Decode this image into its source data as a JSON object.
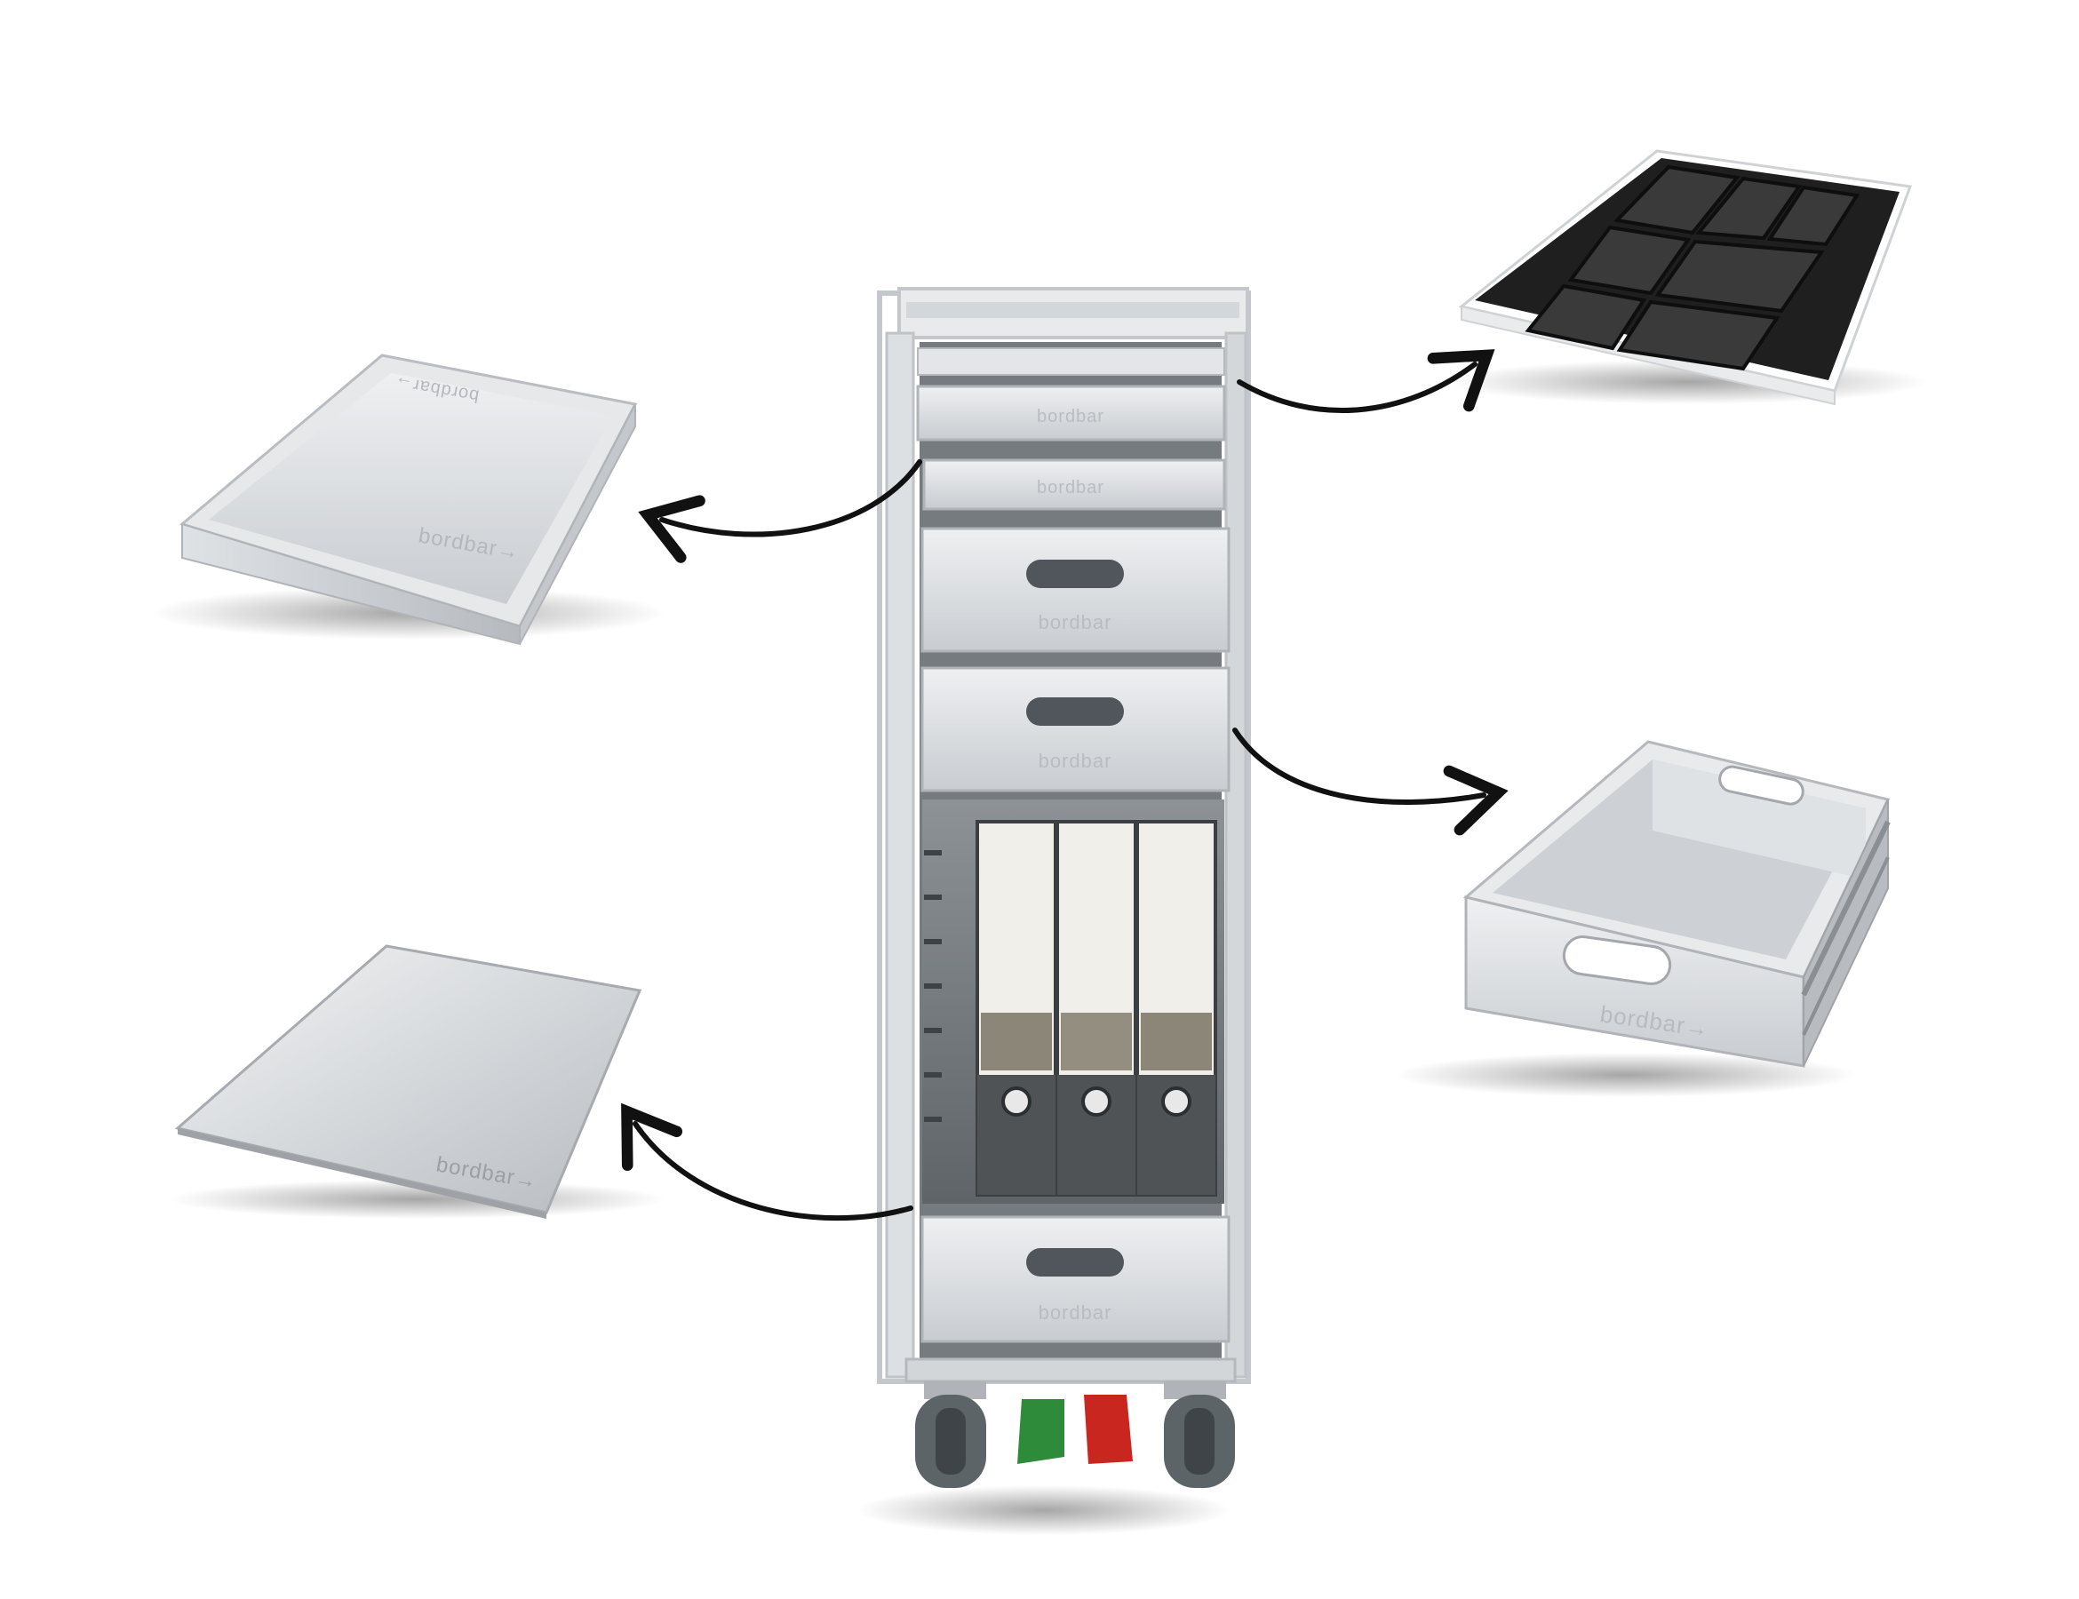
{
  "product": {
    "brand_mark": "bordbar",
    "brand_arrow": "→"
  },
  "accessories": [
    {
      "id": "shallow-aluminium-tray"
    },
    {
      "id": "black-cutlery-insert-tray"
    },
    {
      "id": "aluminium-drawer-with-handles"
    },
    {
      "id": "flat-aluminium-shelf-plate"
    }
  ],
  "trolley": {
    "drawers": [
      "flat-drawer-1",
      "flat-drawer-2",
      "drawer-with-handle",
      "drawer-with-handle",
      "bottom-drawer-with-handle"
    ],
    "binders": 3,
    "pedal_colors": {
      "green": "#2e8b3a",
      "red": "#c8261e"
    }
  },
  "colors": {
    "aluminium": "#d9dcdf",
    "aluminium_dark": "#a9adb2",
    "frame": "#c9ccd0",
    "insert_black": "#1c1c1c",
    "binder_grey": "#4f5356",
    "wheel": "#5d6468",
    "arrow": "#111111"
  }
}
